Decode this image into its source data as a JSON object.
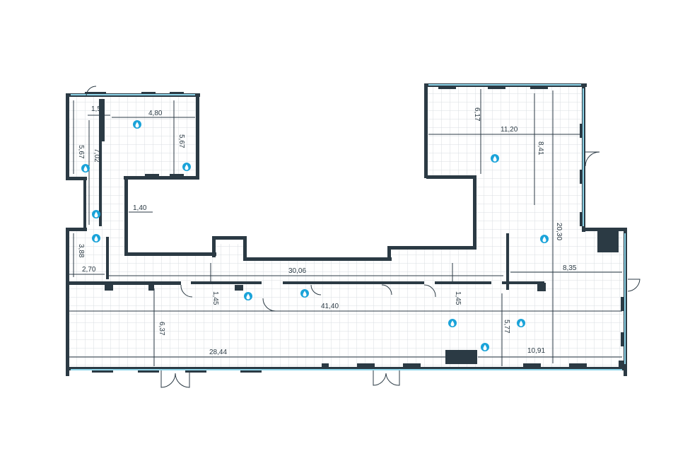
{
  "plan": {
    "accent_color": "#1aa3d9",
    "wall_color": "#2b3a44",
    "grid_color": "#d8dde2",
    "window_color": "#8fd6ea",
    "dimensions": {
      "d_1_50": "1,50",
      "d_4_80": "4,80",
      "d_5_67_left": "5,67",
      "d_5_67_right": "5,67",
      "d_7_02": "7,02",
      "d_1_40": "1,40",
      "d_3_88": "3,88",
      "d_2_70": "2,70",
      "d_30_06": "30,06",
      "d_1_45_left": "1,45",
      "d_1_45_right": "1,45",
      "d_41_40": "41,40",
      "d_6_37": "6,37",
      "d_28_44": "28,44",
      "d_6_17": "6,17",
      "d_11_20": "11,20",
      "d_8_41": "8,41",
      "d_20_30": "20,30",
      "d_8_35": "8,35",
      "d_5_77": "5,77",
      "d_10_91": "10,91"
    },
    "markers": [
      "water-drop-icon"
    ]
  }
}
